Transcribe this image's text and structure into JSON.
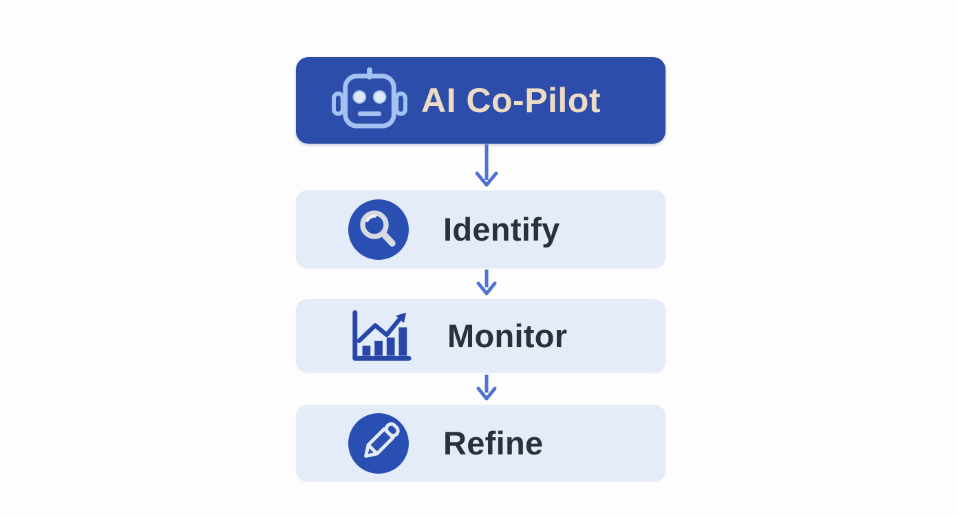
{
  "diagram": {
    "root": {
      "label": "AI Co-Pilot",
      "icon": "robot-icon"
    },
    "steps": [
      {
        "label": "Identify",
        "icon": "magnifying-glass-icon"
      },
      {
        "label": "Monitor",
        "icon": "bar-chart-icon"
      },
      {
        "label": "Refine",
        "icon": "pencil-icon"
      }
    ],
    "connector": "down-arrow"
  },
  "colors": {
    "canvas_bg": "#fdfdfd",
    "root_bg": "#2d4dab",
    "root_text": "#eddbc3",
    "root_icon_stroke": "#a3c2f1",
    "root_icon_eye": "#dde8f8",
    "step_bg": "#e3ecf8",
    "step_text": "#2c3038",
    "icon_circle": "#2a4fb2",
    "magnifier_glyph": "#d7dbe1",
    "magnifier_highlight": "#f2f4f7",
    "chart_glyph": "#2946a9",
    "pencil_glyph": "#e4eaf5",
    "arrow": "#4f72d2"
  }
}
